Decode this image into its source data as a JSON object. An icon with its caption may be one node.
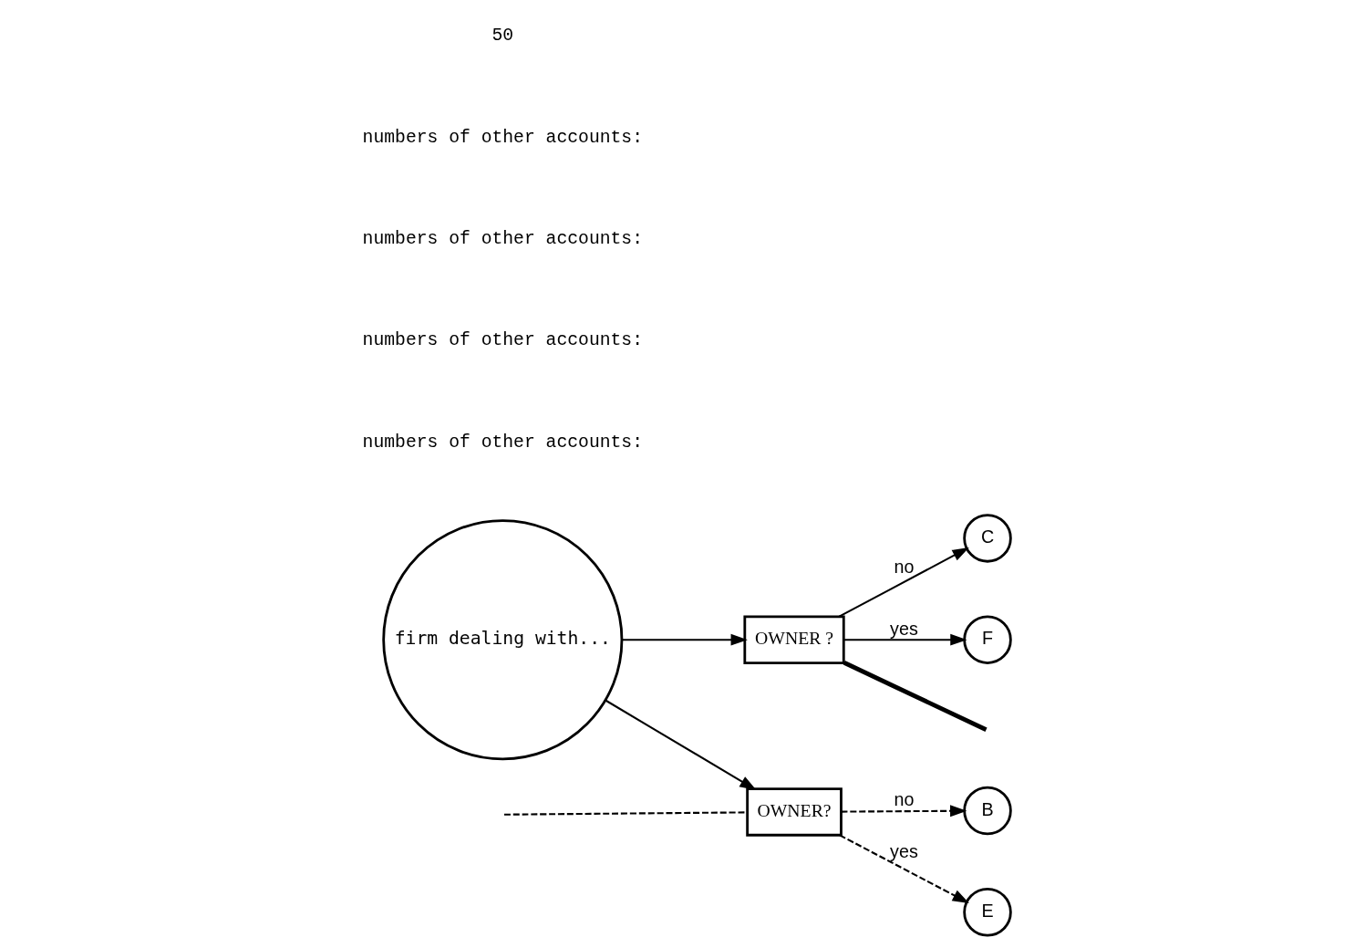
{
  "diagram": {
    "nodes": [
      {
        "text": [
          "firm dealing with..."
        ]
      },
      {
        "text": [
          "OWNER ?"
        ]
      },
      {
        "text": [
          "OWNER?"
        ]
      },
      {
        "text": [
          "C"
        ]
      },
      {
        "text": [
          "B"
        ]
      },
      {
        "text": [
          "F"
        ]
      },
      {
        "text": [
          "E"
        ]
      }
    ],
    "edges": [
      {
        "from": 0,
        "to": 1,
        "arrow": "to"
      },
      {
        "from": 0,
        "to": 2,
        "arrow": "to"
      },
      {
        "from": 1,
        "to": 3,
        "arrow": "to",
        "label": "no"
      },
      {
        "from": 1,
        "to": 5,
        "arrow": "to",
        "label": "yes"
      },
      {
        "from": 2,
        "to": 4,
        "arrow": "to",
        "label": "no",
        "style": "dashed"
      },
      {
        "from": 2,
        "to": 6,
        "arrow": "to",
        "label": "yes",
        "style": "dashed"
      },
      {
        "from": null,
        "to": 2,
        "arrow": "none",
        "style": "dashed"
      },
      {
        "from": 1,
        "to": null,
        "arrow": "none",
        "style": "thick"
      }
    ],
    "labels": [
      "numbers of other accounts:",
      "numbers of other accounts:",
      "numbers of other accounts:",
      "numbers of other accounts:",
      "50"
    ]
  }
}
